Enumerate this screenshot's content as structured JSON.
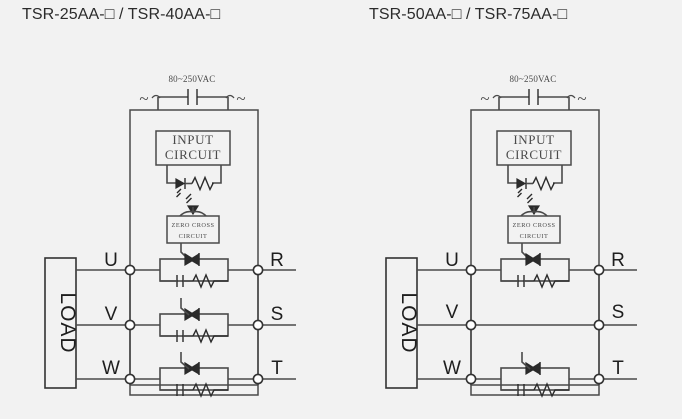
{
  "page": {
    "background_color": "#f2f2f2",
    "line_color": "#4a4a4a",
    "text_color": "#1e1e1e"
  },
  "panels": [
    {
      "title": "TSR-25AA-□ / TSR-40AA-□",
      "supply_label": "80~250VAC",
      "ac_mark_left": "~",
      "ac_mark_right": "~",
      "input_circuit_line1": "INPUT",
      "input_circuit_line2": "CIRCUIT",
      "zero_cross_line1": "ZERO CROSS",
      "zero_cross_line2": "CIRCUIT",
      "load_label": "LOAD",
      "input_terminals": [
        "U",
        "V",
        "W"
      ],
      "output_terminals": [
        "R",
        "S",
        "T"
      ],
      "switched_phases": [
        "U-R",
        "V-S",
        "W-T"
      ],
      "triac_count": 3
    },
    {
      "title": "TSR-50AA-□ / TSR-75AA-□",
      "supply_label": "80~250VAC",
      "ac_mark_left": "~",
      "ac_mark_right": "~",
      "input_circuit_line1": "INPUT",
      "input_circuit_line2": "CIRCUIT",
      "zero_cross_line1": "ZERO CROSS",
      "zero_cross_line2": "CIRCUIT",
      "load_label": "LOAD",
      "input_terminals": [
        "U",
        "V",
        "W"
      ],
      "output_terminals": [
        "R",
        "S",
        "T"
      ],
      "switched_phases": [
        "U-R",
        "W-T"
      ],
      "triac_count": 2
    }
  ]
}
